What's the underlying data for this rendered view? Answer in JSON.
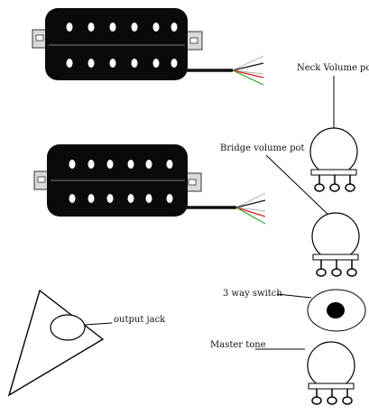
{
  "labels": {
    "neck_volume_pot": "Neck Volume pot",
    "bridge_volume_pot": "Bridge volume pot",
    "three_way_switch": "3 way switch",
    "output_jack": "output jack",
    "master_tone": "Master tone"
  },
  "colors": {
    "pickup_body": "#0a0a0a",
    "pole_piece": "#ffffff",
    "mounting_ear": "#d9d9d9",
    "wire_black": "#111111",
    "wire_red": "#d81b1b",
    "wire_green": "#27a827",
    "wire_white": "#bdbdbd",
    "switch_dot": "#000000"
  },
  "icons": [
    "humbucker-pickup-icon",
    "potentiometer-icon",
    "switch-icon",
    "output-jack-icon"
  ]
}
